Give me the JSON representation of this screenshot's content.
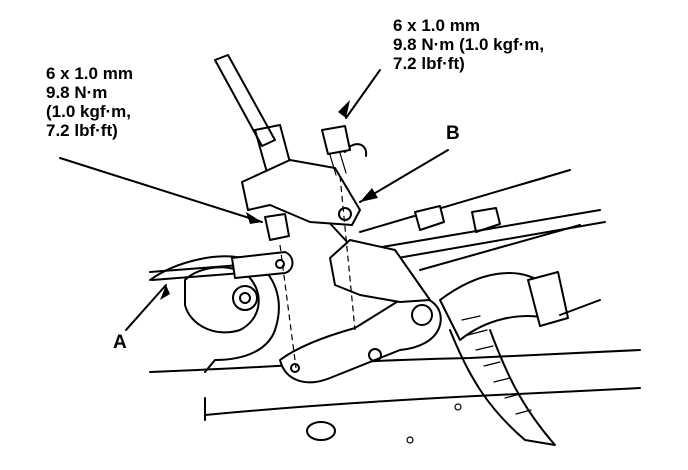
{
  "spec_right": {
    "lines": [
      "6 x 1.0 mm",
      "9.8 N·m (1.0 kgf·m,",
      "7.2 lbf·ft)"
    ]
  },
  "spec_left": {
    "lines": [
      "6 x 1.0 mm",
      "9.8 N·m",
      "(1.0 kgf·m,",
      "7.2 lbf·ft)"
    ]
  },
  "callouts": {
    "a": "A",
    "b": "B"
  }
}
